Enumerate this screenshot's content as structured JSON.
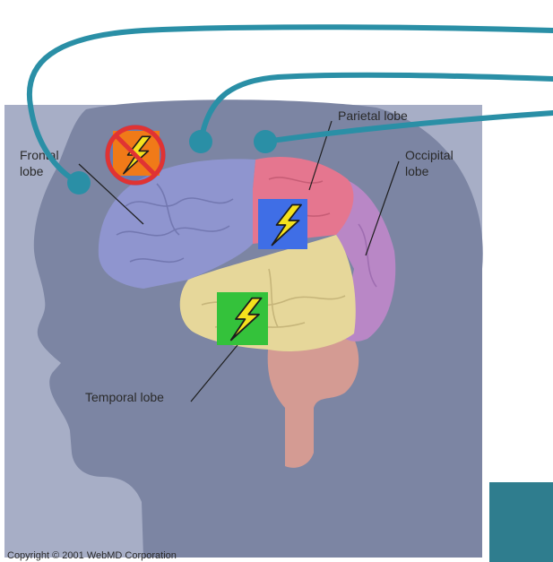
{
  "labels": {
    "frontal_line1": "Frontal",
    "frontal_line2": "lobe",
    "parietal": "Parietal lobe",
    "occipital_line1": "Occipital",
    "occipital_line2": "lobe",
    "temporal": "Temporal lobe"
  },
  "copyright": "Copyright © 2001 WebMD Corporation",
  "colors": {
    "background_panel": "#a7aec6",
    "head_silhouette": "#7c85a3",
    "frontal_lobe": "#8f95cf",
    "parietal_lobe": "#e5768f",
    "occipital_lobe": "#b987c6",
    "temporal_lobe": "#e6d79a",
    "cerebellum_stem": "#d49b93",
    "connector_lines": "#2a8fa6",
    "marker_blue": "#3f6ee6",
    "marker_green": "#34c23b",
    "marker_orange": "#f07a18",
    "no_symbol": "#e03333",
    "corner_square": "#2f7d8e"
  },
  "markers": [
    {
      "name": "blocked-stimulation-marker",
      "icon": "lightning-icon",
      "lobe": "frontal",
      "state": "blocked"
    },
    {
      "name": "parietal-stimulation-marker",
      "icon": "lightning-icon",
      "lobe": "parietal",
      "state": "active"
    },
    {
      "name": "temporal-stimulation-marker",
      "icon": "lightning-icon",
      "lobe": "temporal",
      "state": "active"
    }
  ]
}
